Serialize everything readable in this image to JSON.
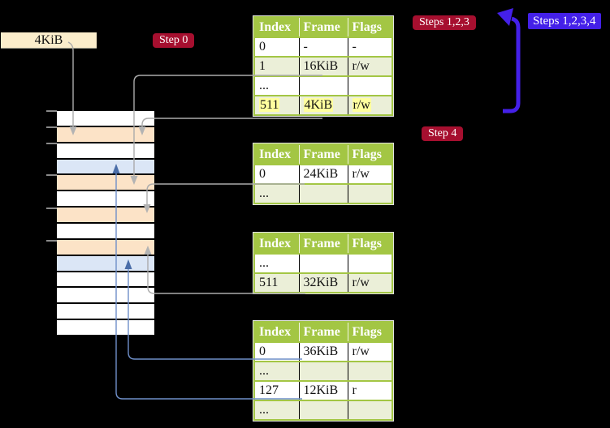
{
  "frame_size_label": "4KiB",
  "badges": {
    "step0": "Step 0",
    "steps123": "Steps 1,2,3",
    "steps1234": "Steps 1,2,3,4",
    "step4": "Step 4"
  },
  "memory_column": {
    "row_colors": [
      "white",
      "peach",
      "white",
      "blue",
      "peach",
      "white",
      "peach",
      "white",
      "peach",
      "blue",
      "white",
      "white",
      "white",
      "white"
    ]
  },
  "tables": [
    {
      "id": "level-1",
      "columns": [
        "Index",
        "Frame",
        "Flags"
      ],
      "rows": [
        [
          "0",
          "-",
          "-"
        ],
        [
          "1",
          "16KiB",
          "r/w"
        ],
        [
          "...",
          "",
          ""
        ],
        [
          "511",
          "4KiB",
          "r/w"
        ]
      ]
    },
    {
      "id": "level-2",
      "columns": [
        "Index",
        "Frame",
        "Flags"
      ],
      "rows": [
        [
          "0",
          "24KiB",
          "r/w"
        ],
        [
          "...",
          "",
          ""
        ]
      ]
    },
    {
      "id": "level-3",
      "columns": [
        "Index",
        "Frame",
        "Flags"
      ],
      "rows": [
        [
          "...",
          "",
          ""
        ],
        [
          "511",
          "32KiB",
          "r/w"
        ]
      ]
    },
    {
      "id": "level-4",
      "columns": [
        "Index",
        "Frame",
        "Flags"
      ],
      "rows": [
        [
          "0",
          "36KiB",
          "r/w"
        ],
        [
          "...",
          "",
          ""
        ],
        [
          "127",
          "12KiB",
          "r"
        ],
        [
          "...",
          "",
          ""
        ]
      ]
    }
  ],
  "colors": {
    "background": "#000000",
    "table_header_green": "#a3c644",
    "table_row_shade": "#ebefd8",
    "highlight_yellow": "#ffff9e",
    "memory_peach": "#fce3c7",
    "memory_blue": "#dbe6f6",
    "frame_label_bg": "#fbedcb",
    "badge_red": "#a60f2f",
    "badge_blue": "#4420e8",
    "connector_gray": "#ababab",
    "connector_blue": "#6f8fc9",
    "arrowhead_blue": "#4a6da8"
  }
}
